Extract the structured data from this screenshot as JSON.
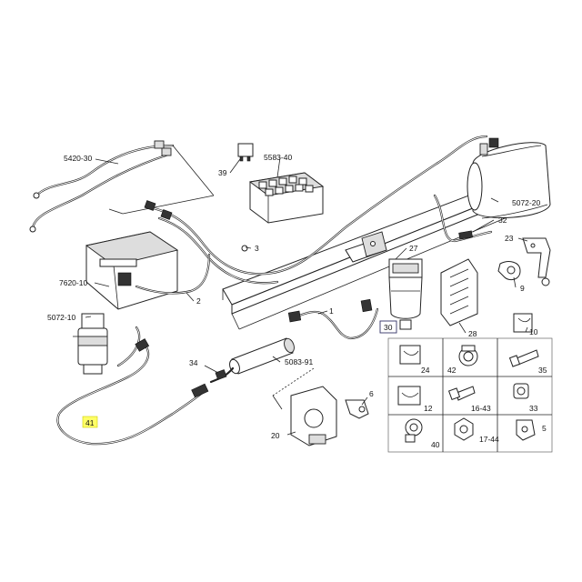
{
  "diagram": {
    "labels": {
      "l5420_30": "5420-30",
      "l39": "39",
      "l5583_40": "5583-40",
      "l5072_20": "5072-20",
      "l3": "3",
      "l32": "32",
      "l7620_10": "7620-10",
      "l27": "27",
      "l23": "23",
      "l2": "2",
      "l9": "9",
      "l5072_10": "5072-10",
      "l1": "1",
      "l28": "28",
      "l30": "30",
      "l10": "10",
      "l34": "34",
      "l5083_91": "5083-91",
      "l24": "24",
      "l42": "42",
      "l35": "35",
      "l12": "12",
      "l16_43": "16-43",
      "l33": "33",
      "l41": "41",
      "l20": "20",
      "l6": "6",
      "l5": "5",
      "l40": "40",
      "l17_44": "17-44"
    },
    "colors": {
      "highlight": "#ffff66",
      "line": "#222222",
      "part_fill": "#dddddd"
    }
  }
}
